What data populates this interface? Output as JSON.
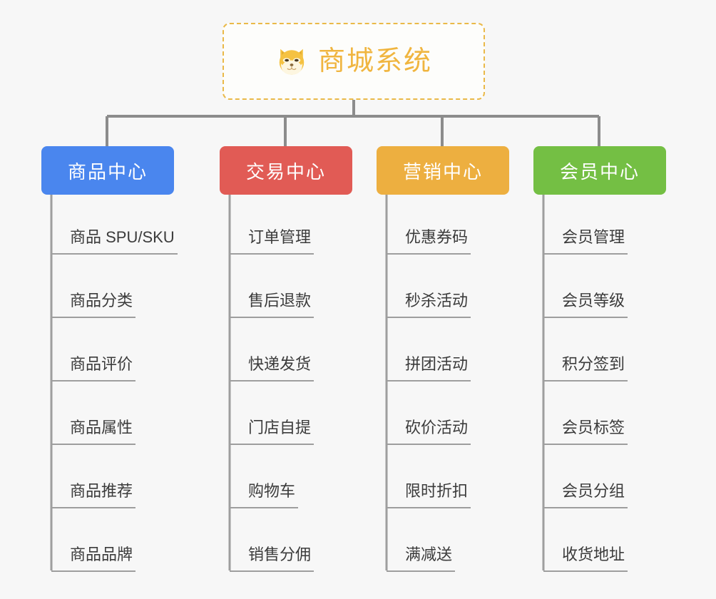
{
  "root": {
    "title": "商城系统",
    "icon": "shiba-dog-icon",
    "border_color": "#eab948",
    "title_color": "#f0b53f"
  },
  "background_color": "#f7f7f7",
  "connector_color": "#8c8c8c",
  "leaf_line_color": "#9e9e9e",
  "branches": [
    {
      "id": "product-center",
      "label": "商品中心",
      "color": "#4a86ee",
      "items": [
        "商品 SPU/SKU",
        "商品分类",
        "商品评价",
        "商品属性",
        "商品推荐",
        "商品品牌"
      ]
    },
    {
      "id": "trade-center",
      "label": "交易中心",
      "color": "#e15b55",
      "items": [
        "订单管理",
        "售后退款",
        "快递发货",
        "门店自提",
        "购物车",
        "销售分佣"
      ]
    },
    {
      "id": "marketing-center",
      "label": "营销中心",
      "color": "#edaf40",
      "items": [
        "优惠券码",
        "秒杀活动",
        "拼团活动",
        "砍价活动",
        "限时折扣",
        "满减送"
      ]
    },
    {
      "id": "member-center",
      "label": "会员中心",
      "color": "#74bf44",
      "items": [
        "会员管理",
        "会员等级",
        "积分签到",
        "会员标签",
        "会员分组",
        "收货地址"
      ]
    }
  ]
}
